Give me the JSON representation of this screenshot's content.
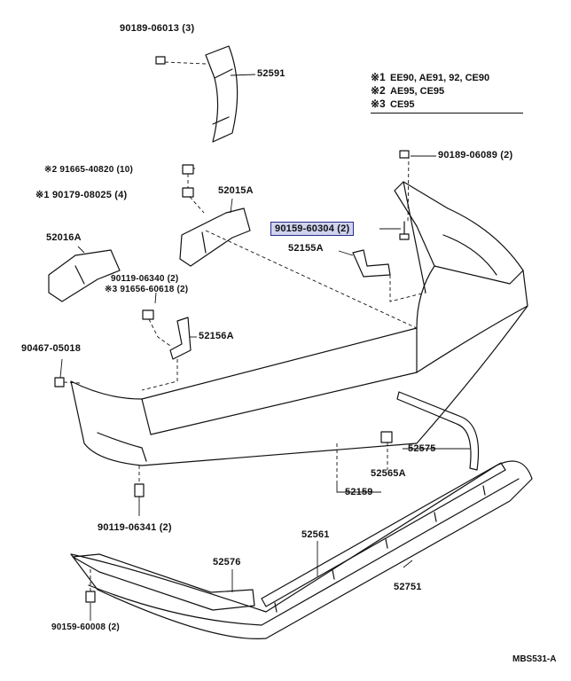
{
  "legend": [
    {
      "mark": "※1",
      "text": "EE90, AE91, 92, CE90"
    },
    {
      "mark": "※2",
      "text": "AE95, CE95"
    },
    {
      "mark": "※3",
      "text": "CE95"
    }
  ],
  "parts": {
    "p1": "90189-06013 (3)",
    "p2": "52591",
    "p3": "90189-06089 (2)",
    "p4": "※2  91665-40820 (10)",
    "p5": "※1  90179-08025 (4)",
    "p6": "52015A",
    "p7": "90159-60304 (2)",
    "p8": "52155A",
    "p9": "52016A",
    "p10": "90119-06340 (2)",
    "p11": "※3 91656-60618 (2)",
    "p12": "52156A",
    "p13": "90467-05018",
    "p14": "52575",
    "p15": "52565A",
    "p16": "52159",
    "p17": "90119-06341 (2)",
    "p18": "52561",
    "p19": "52576",
    "p20": "52751",
    "p21": "90159-60008 (2)"
  },
  "diagram_code": "MBS531-A",
  "highlight_part": "p7"
}
